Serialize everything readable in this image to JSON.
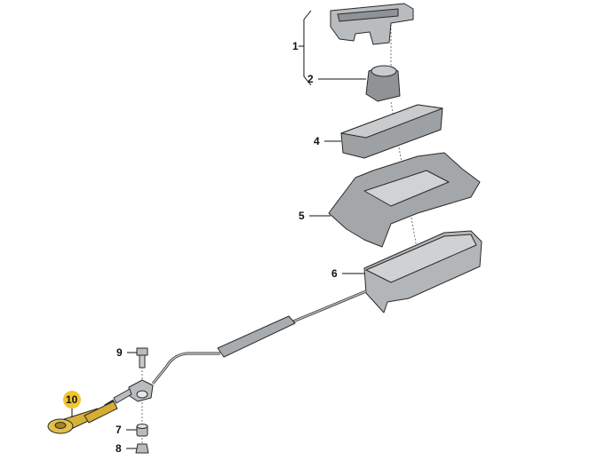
{
  "diagram": {
    "callouts": [
      {
        "id": "1",
        "label": "1"
      },
      {
        "id": "2",
        "label": "2"
      },
      {
        "id": "4",
        "label": "4"
      },
      {
        "id": "5",
        "label": "5"
      },
      {
        "id": "6",
        "label": "6"
      },
      {
        "id": "9",
        "label": "9"
      },
      {
        "id": "10",
        "label": "10",
        "highlighted": true
      },
      {
        "id": "7",
        "label": "7"
      },
      {
        "id": "8",
        "label": "8"
      }
    ],
    "highlight_color": "#f2c530",
    "part_color": "#b9bcbe"
  }
}
